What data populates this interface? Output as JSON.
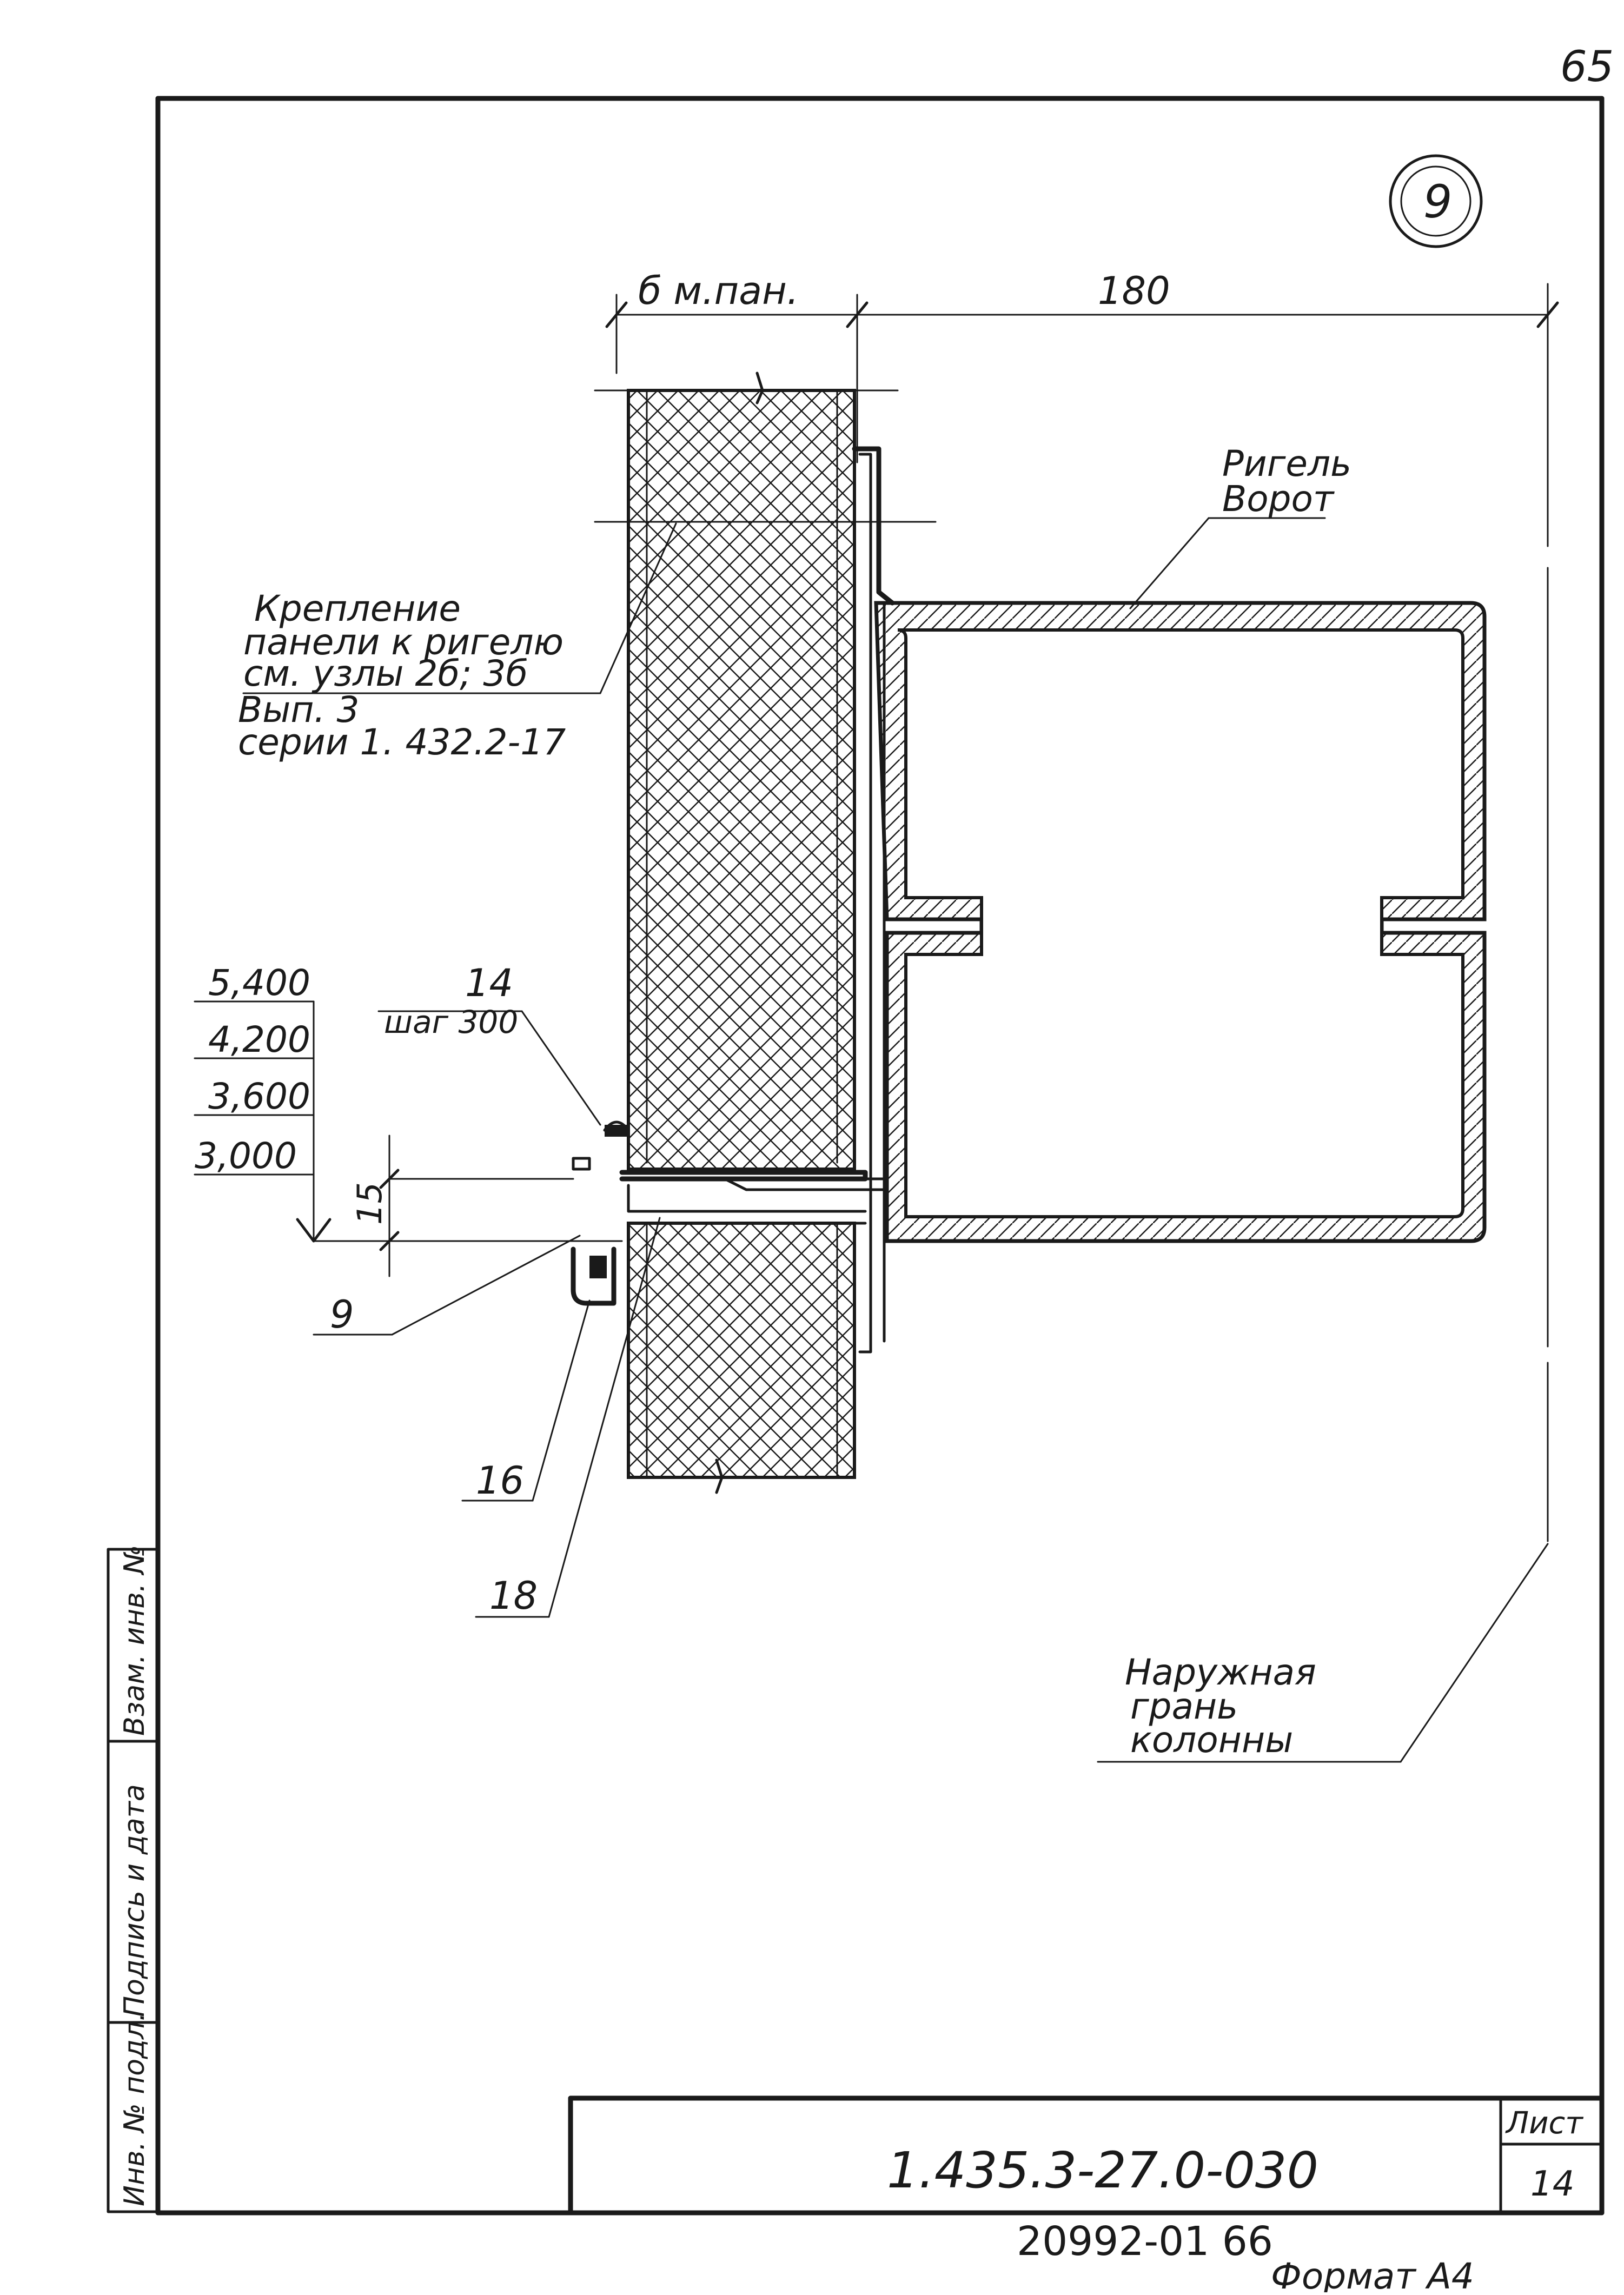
{
  "page_number": "65",
  "node_mark": "9",
  "dimensions": {
    "panel_thickness": "б м.пан.",
    "column_offset": "180",
    "step": "15"
  },
  "labels": {
    "girt": [
      "Ригель",
      "Ворот"
    ],
    "panel_fastening": [
      "Крепление",
      "панели к ригелю",
      "см. узлы 2б; 3б",
      "Вып. 3",
      "серии 1. 432.2-17"
    ],
    "column_face": [
      "Наружная",
      "грань",
      "колонны"
    ]
  },
  "elevations": [
    "5,400",
    "4,200",
    "3,600",
    "3,000"
  ],
  "callouts": {
    "item_14": "14",
    "item_14_note": "шаг 300",
    "item_9": "9",
    "item_16": "16",
    "item_18": "18"
  },
  "side_stamp": {
    "cells": [
      "Инв. № подл.",
      "Подпись и дата",
      "Взам. инв. №"
    ]
  },
  "title_block": {
    "designation": "1.435.3-27.0-030",
    "sheet_label": "Лист",
    "sheet_number": "14"
  },
  "archive_number": "20992-01   66",
  "format": "Формат  А4"
}
